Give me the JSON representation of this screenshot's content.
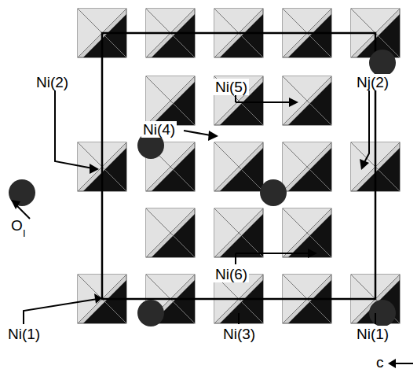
{
  "diagram": {
    "labels": [
      "Ni(2)",
      "Ni(5)",
      "Nj(2)",
      "Ni(4)",
      "O",
      "I",
      "Ni(6)",
      "Ni(1)",
      "Ni(3)",
      "Ni(1)",
      "c"
    ]
  }
}
